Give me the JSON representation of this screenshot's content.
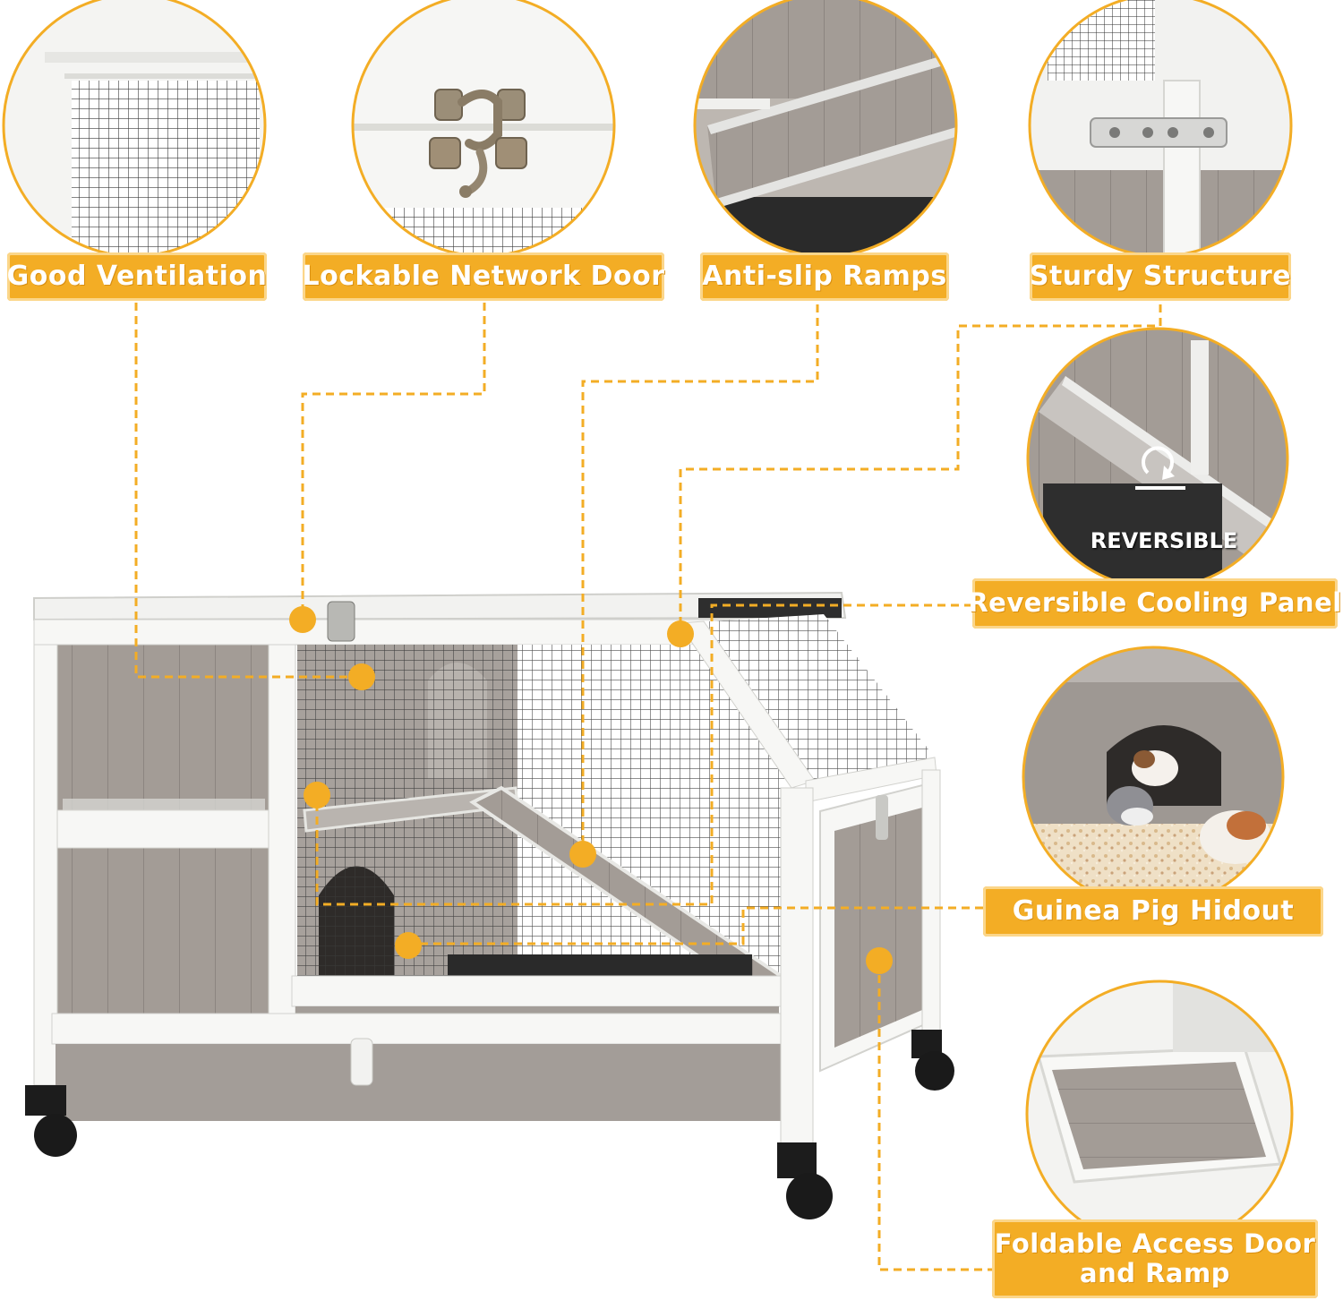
{
  "features": [
    {
      "id": "good-ventilation",
      "label": "Good Ventilation"
    },
    {
      "id": "lockable-network-door",
      "label": "Lockable Network Door"
    },
    {
      "id": "anti-slip-ramps",
      "label": "Anti-slip Ramps"
    },
    {
      "id": "sturdy-structure",
      "label": "Sturdy Structure"
    },
    {
      "id": "reversible-cooling-panel",
      "label": "Reversible Cooling Panel",
      "badge": "REVERSIBLE"
    },
    {
      "id": "guinea-pig-hidout",
      "label": "Guinea Pig Hidout"
    },
    {
      "id": "foldable-access-door",
      "label_line1": "Foldable Access Door",
      "label_line2": "and Ramp"
    }
  ],
  "colors": {
    "accent": "#f3ad25",
    "accent_light": "#fbd68a",
    "hutch_gray": "#a09a95",
    "hutch_white": "#f7f7f5",
    "mesh": "#333333",
    "caster": "#1a1a1a"
  }
}
